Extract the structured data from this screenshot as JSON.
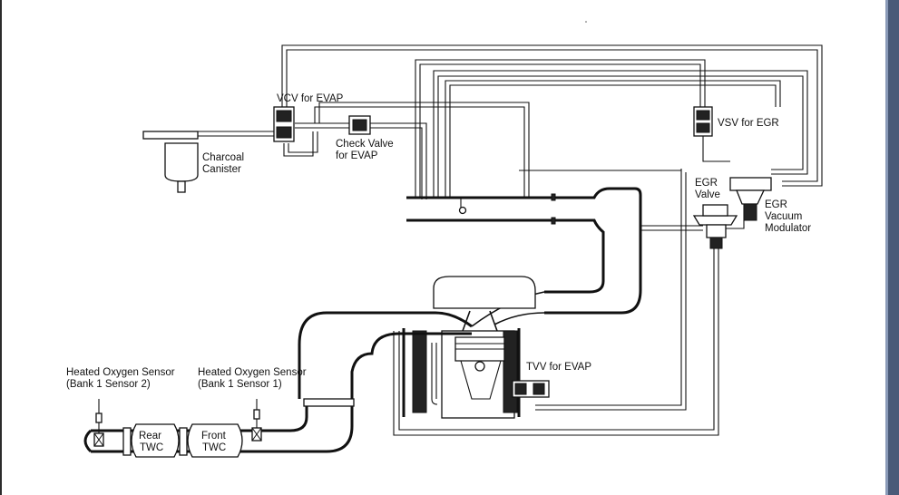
{
  "labels": {
    "vcv": "VCV for EVAP",
    "check_valve_1": "Check Valve",
    "check_valve_2": "for EVAP",
    "charcoal_1": "Charcoal",
    "charcoal_2": "Canister",
    "vsv_egr": "VSV for EGR",
    "egr_valve_1": "EGR",
    "egr_valve_2": "Valve",
    "egr_mod_1": "EGR",
    "egr_mod_2": "Vacuum",
    "egr_mod_3": "Modulator",
    "tvv": "TVV for EVAP",
    "ho2s_b1s2_1": "Heated Oxygen Sensor",
    "ho2s_b1s2_2": "(Bank 1 Sensor 2)",
    "ho2s_b1s1_1": "Heated Oxygen Sensor",
    "ho2s_b1s1_2": "(Bank 1 Sensor 1)",
    "rear_twc_1": "Rear",
    "rear_twc_2": "TWC",
    "front_twc_1": "Front",
    "front_twc_2": "TWC"
  },
  "colors": {
    "line": "#111111",
    "background": "#ffffff",
    "window_edge": "#4a5a78"
  }
}
